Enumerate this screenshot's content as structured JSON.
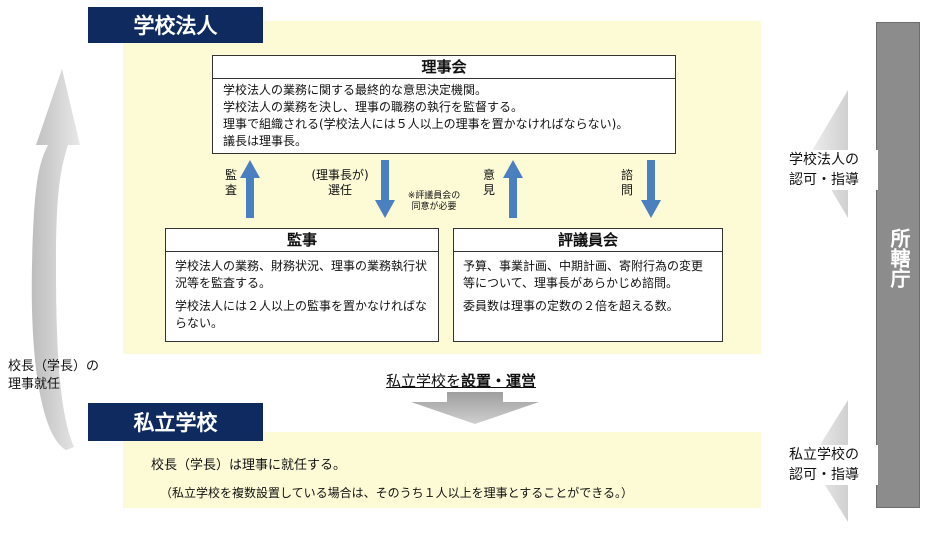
{
  "org_corp": {
    "label": "学校法人"
  },
  "board": {
    "title": "理事会",
    "lines": [
      "学校法人の業務に関する最終的な意思決定機関。",
      "学校法人の業務を決し、理事の職務の執行を監督する。",
      "理事で組織される(学校法人には５人以上の理事を置かなければならない)。",
      "議長は理事長。"
    ]
  },
  "auditor": {
    "title": "監事",
    "para1": "学校法人の業務、財務状況、理事の業務執行状況等を監査する。",
    "para2": "学校法人には２人以上の監事を置かなければならない。"
  },
  "council": {
    "title": "評議員会",
    "para1": "予算、事業計画、中期計画、寄附行為の変更等について、理事長があらかじめ諮問。",
    "para2": "委員数は理事の定数の２倍を超える数。"
  },
  "arrows": {
    "audit": "監査",
    "select_line1": "(理事長が)",
    "select_line2": "選任",
    "select_note_line1": "※評議員会の",
    "select_note_line2": "同意が必要",
    "opinion": "意見",
    "consult": "諮問"
  },
  "establish": {
    "prefix": "私立学校を",
    "bold": "設置・運営"
  },
  "school": {
    "label": "私立学校",
    "line1": "校長（学長）は理事に就任する。",
    "line2": "（私立学校を複数設置している場合は、そのうち１人以上を理事とすることができる。）"
  },
  "left_label": {
    "line1": "校長（学長）の",
    "line2": "理事就任"
  },
  "right": {
    "authority": "所轄庁",
    "corp_line1": "学校法人の",
    "corp_line2": "認可・指導",
    "school_line1": "私立学校の",
    "school_line2": "認可・指導"
  },
  "colors": {
    "navy": "#0f2a5e",
    "yellow_bg": "#fdfbd6",
    "arrow_blue": "#4a7fc0",
    "authority_gray": "#8c8c8c"
  }
}
